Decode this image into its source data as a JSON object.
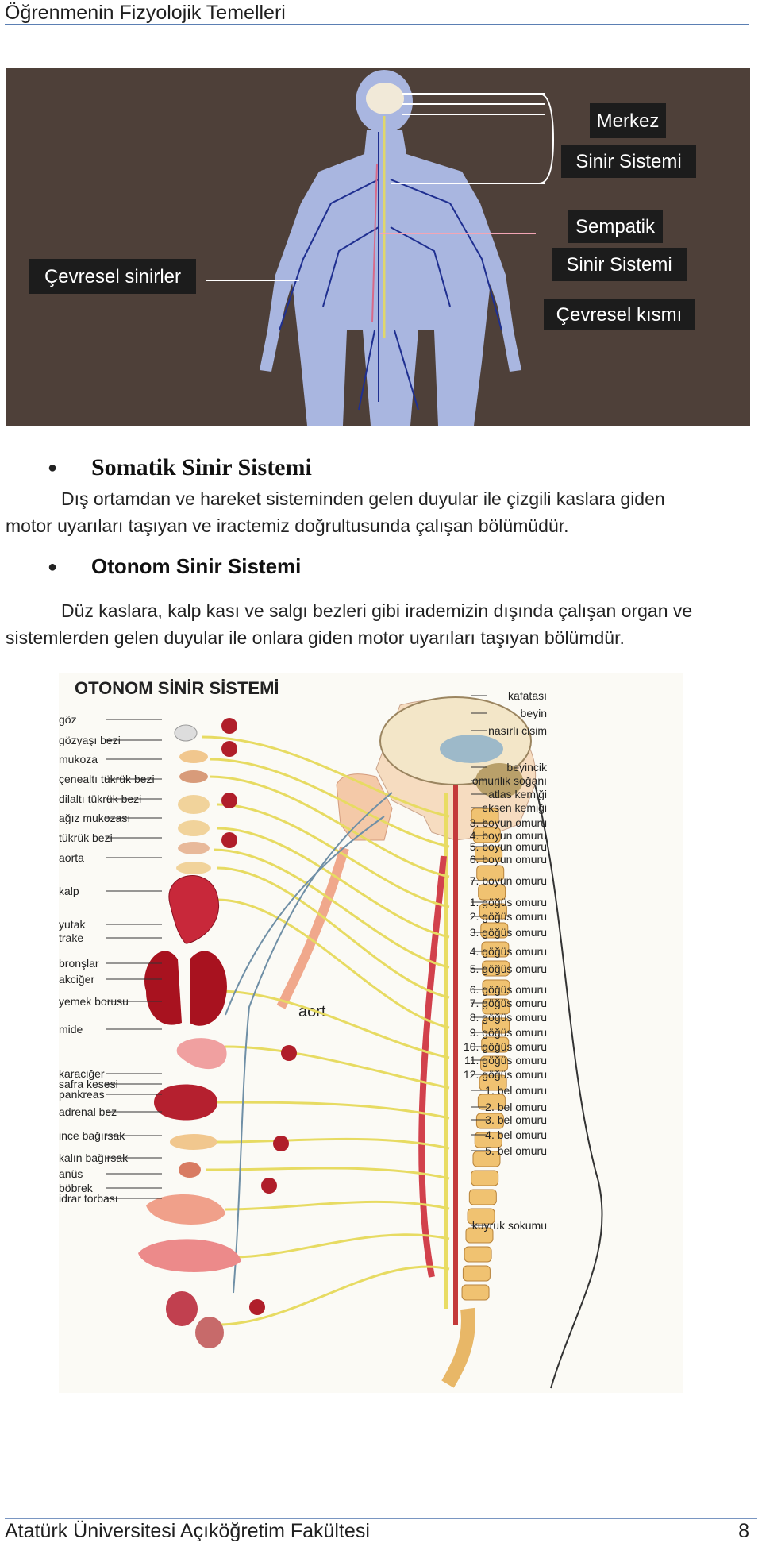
{
  "header": {
    "title": "Öğrenmenin Fizyolojik Temelleri"
  },
  "figure1": {
    "labels": {
      "peripheral": "Çevresel sinirler",
      "central_1": "Merkez",
      "central_2": "Sinir Sistemi",
      "sym_1": "Sempatik",
      "sym_2": "Sinir Sistemi",
      "sym_3": "Çevresel kısmı"
    }
  },
  "section1": {
    "heading": "Somatik Sinir Sistemi",
    "line1": "Dış ortamdan ve hareket sisteminden gelen duyular ile çizgili kaslara giden",
    "line2": "motor uyarıları taşıyan ve iractemiz doğrultusunda çalışan bölümüdür."
  },
  "section2": {
    "heading": "Otonom Sinir Sistemi",
    "line1": "Düz kaslara, kalp kası ve salgı bezleri gibi irademizin dışında çalışan organ ve",
    "line2": "sistemlerden gelen duyular ile onlara giden motor uyarıları taşıyan bölümdür."
  },
  "figure2": {
    "title": "OTONOM SİNİR SİSTEMİ",
    "aort": "aort",
    "left_labels": [
      "göz",
      "gözyaşı bezi",
      "mukoza",
      "çenealtı tükrük bezi",
      "dilaltı tükrük bezi",
      "ağız mukozası",
      "tükrük bezi",
      "aorta",
      "kalp",
      "yutak",
      "trake",
      "bronşlar",
      "akciğer",
      "yemek borusu",
      "mide",
      "karaciğer",
      "safra kesesi",
      "pankreas",
      "adrenal bez",
      "ince bağırsak",
      "kalın bağırsak",
      "anüs",
      "böbrek",
      "idrar torbası"
    ],
    "right_labels": [
      "kafatası",
      "beyin",
      "nasırlı cisim",
      "beyincik",
      "omurilik soğanı",
      "atlas kemiği",
      "eksen kemiği",
      "3. boyun omuru",
      "4. boyun omuru",
      "5. boyun omuru",
      "6. boyun omuru",
      "7. boyun omuru",
      "1. göğüs omuru",
      "2. göğüs omuru",
      "3. göğüs omuru",
      "4. göğüs omuru",
      "5. göğüs omuru",
      "6. göğüs omuru",
      "7. göğüs omuru",
      "8. göğüs omuru",
      "9. göğüs omuru",
      "10. göğüs omuru",
      "11. göğüs omuru",
      "12. göğüs omuru",
      "1. bel omuru",
      "2. bel omuru",
      "3. bel omuru",
      "4. bel omuru",
      "5. bel omuru",
      "kuyruk sokumu"
    ]
  },
  "footer": {
    "institution": "Atatürk Üniversitesi Açıköğretim Fakültesi",
    "page": "8"
  }
}
